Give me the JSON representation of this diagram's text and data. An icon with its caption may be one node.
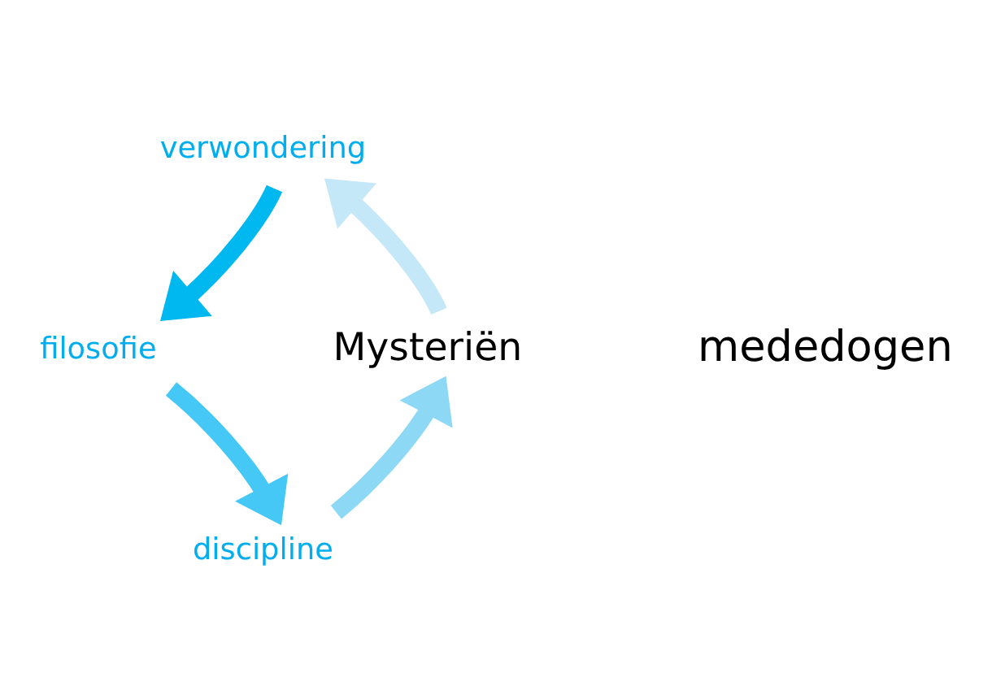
{
  "diagram": {
    "nodes": [
      {
        "text": [
          "verwondering"
        ]
      },
      {
        "text": [
          "filosofie"
        ]
      },
      {
        "text": [
          "Mysteriën"
        ]
      },
      {
        "text": [
          "discipline"
        ]
      }
    ],
    "edges": [
      {
        "from": 2,
        "to": 0,
        "arrow": "to",
        "color": "#c5e8f8"
      },
      {
        "from": 0,
        "to": 1,
        "arrow": "to",
        "color": "#00b8f0"
      },
      {
        "from": 1,
        "to": 3,
        "arrow": "to",
        "color": "#45c8f5"
      },
      {
        "from": 3,
        "to": 2,
        "arrow": "to",
        "color": "#8dd8f5"
      }
    ],
    "labels": [
      "mededogen"
    ]
  }
}
